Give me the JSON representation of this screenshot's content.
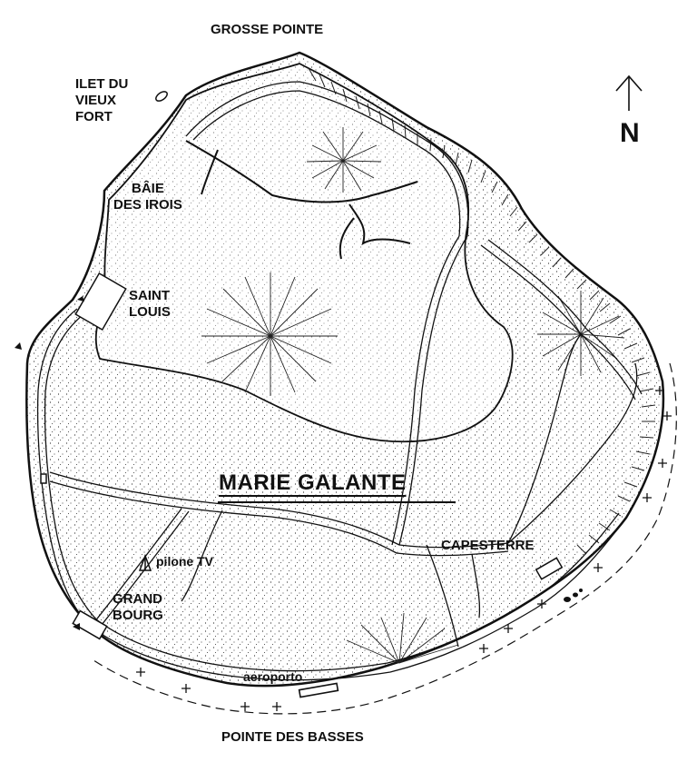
{
  "map": {
    "title": "MARIE GALANTE",
    "north_label": "N",
    "labels": {
      "grosse_pointe": "GROSSE POINTE",
      "ilet_du_vieux_fort": "ILET DU\nVIEUX\nFORT",
      "baie_des_irois": "BÂIE\nDES IROIS",
      "saint_louis": "SAINT\nLOUIS",
      "capesterre": "CAPESTERRE",
      "pilone_tv": "pilone TV",
      "grand_bourg": "GRAND\nBOURG",
      "aeroporto": "aeroporto",
      "pointe_des_basses": "POINTE DES BASSES"
    },
    "colors": {
      "ink": "#111111",
      "land": "#ffffff"
    },
    "icons": [
      "north-arrow-icon",
      "tv-tower-icon",
      "airstrip-icon",
      "reef-cross-icon",
      "stipple-texture",
      "hill-hachure"
    ]
  }
}
